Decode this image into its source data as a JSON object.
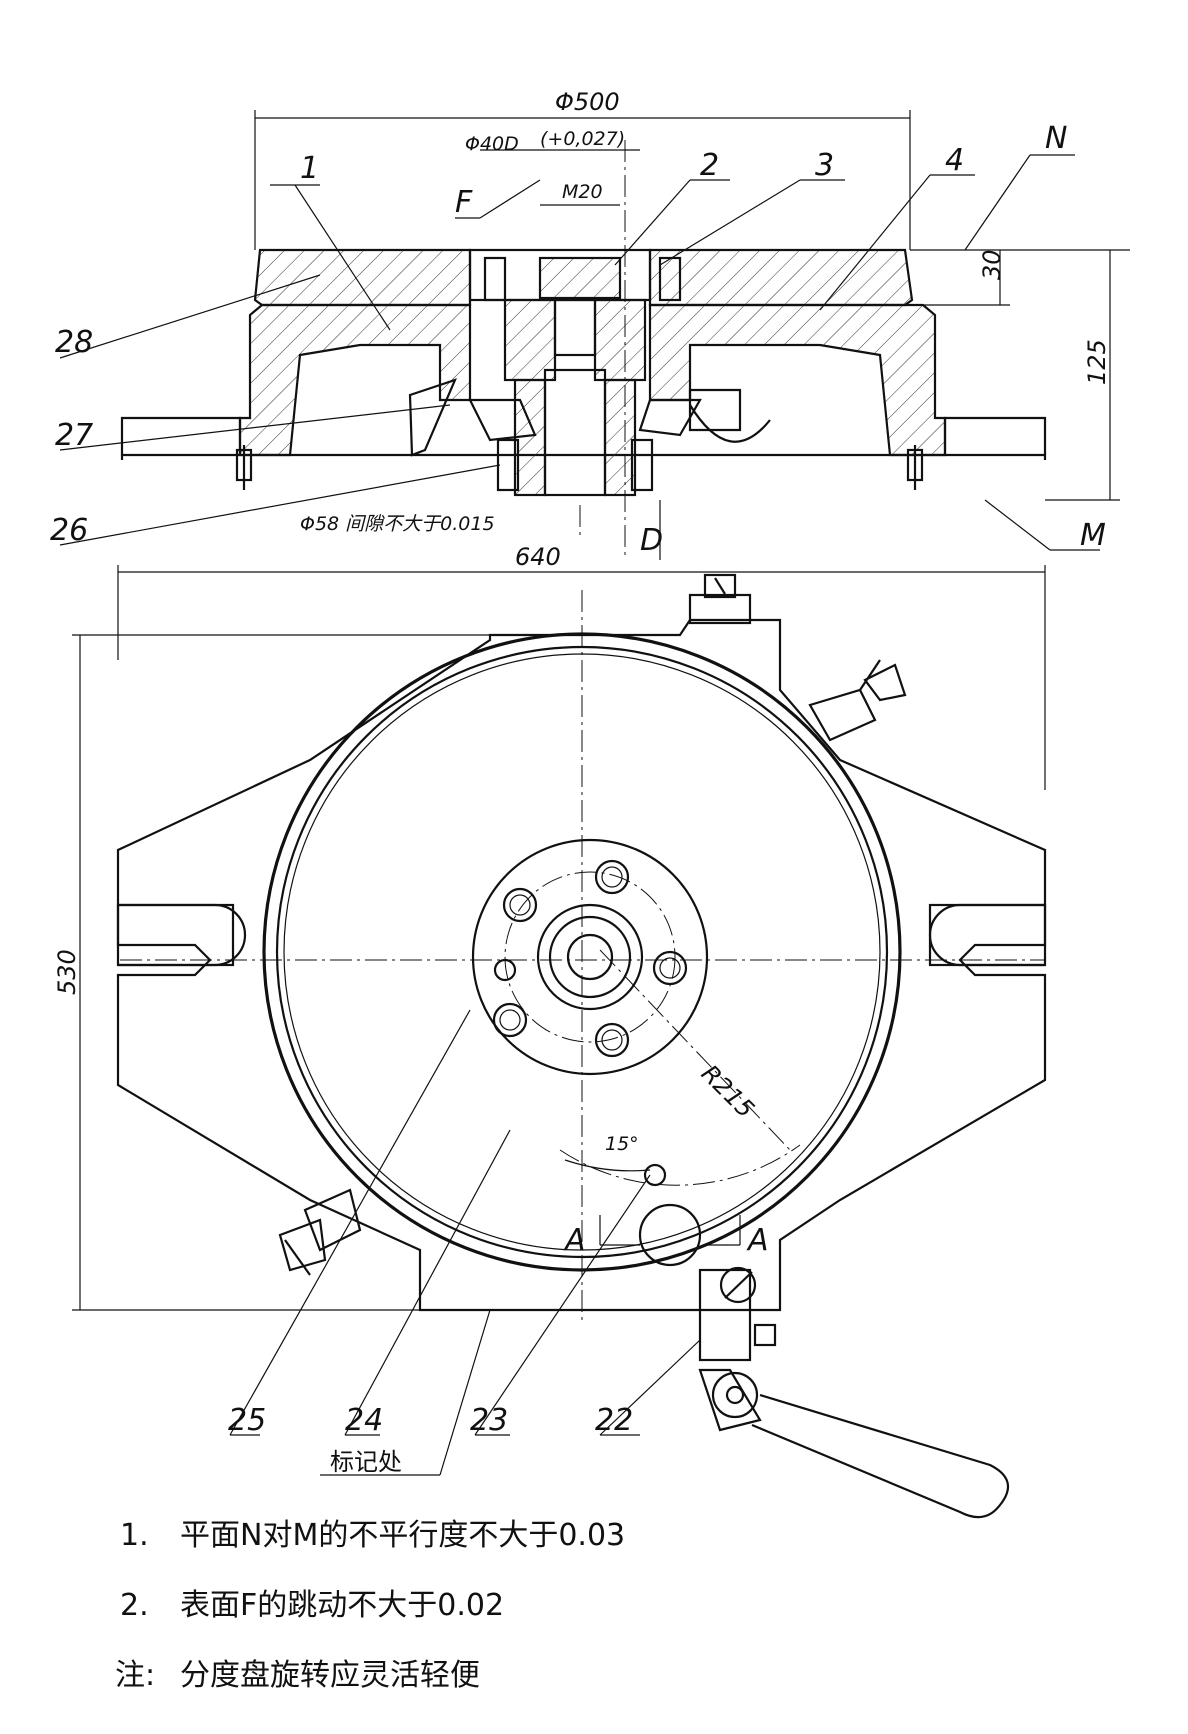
{
  "dimensions": {
    "phi500": "Φ500",
    "phi40": "Φ40D",
    "phi40_tol": "(+0,027)",
    "m20": "M20",
    "d30": "30",
    "d125": "125",
    "phi58_note": "Φ58 间隙不大于0.015",
    "d640": "640",
    "d530": "530",
    "r215": "R215",
    "angle15": "15°"
  },
  "letters": {
    "F": "F",
    "N": "N",
    "M": "M",
    "D": "D",
    "A_left": "A",
    "A_right": "A"
  },
  "part_labels": {
    "p1": "1",
    "p2": "2",
    "p3": "3",
    "p4": "4",
    "p28": "28",
    "p27": "27",
    "p26": "26",
    "p25": "25",
    "p24": "24",
    "p23": "23",
    "p22": "22"
  },
  "mark_label": "标记处",
  "notes": [
    {
      "num": "1.",
      "text": "平面N对M的不平行度不大于0.03"
    },
    {
      "num": "2.",
      "text": "表面F的跳动不大于0.02"
    },
    {
      "num": "注:",
      "text": "分度盘旋转应灵活轻便"
    }
  ]
}
